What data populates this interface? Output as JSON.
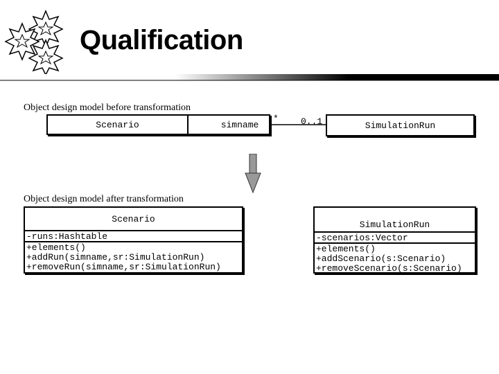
{
  "slide": {
    "title": "Qualification"
  },
  "before": {
    "caption": "Object design model before transformation",
    "left_class": "Scenario",
    "qualifier": "simname",
    "multiplicity_left": "*",
    "multiplicity_right": "0..1",
    "right_class": "SimulationRun"
  },
  "after": {
    "caption": "Object design model after transformation",
    "scenario": {
      "name": "Scenario",
      "attributes": [
        "-runs:Hashtable"
      ],
      "operations": [
        "+elements()",
        "+addRun(simname,sr:SimulationRun)",
        "+removeRun(simname,sr:SimulationRun)"
      ]
    },
    "simulation_run": {
      "name": "SimulationRun",
      "attributes": [
        "-scenarios:Vector"
      ],
      "operations": [
        "+elements()",
        "+addScenario(s:Scenario)",
        "+removeScenario(s:Scenario)"
      ]
    }
  }
}
